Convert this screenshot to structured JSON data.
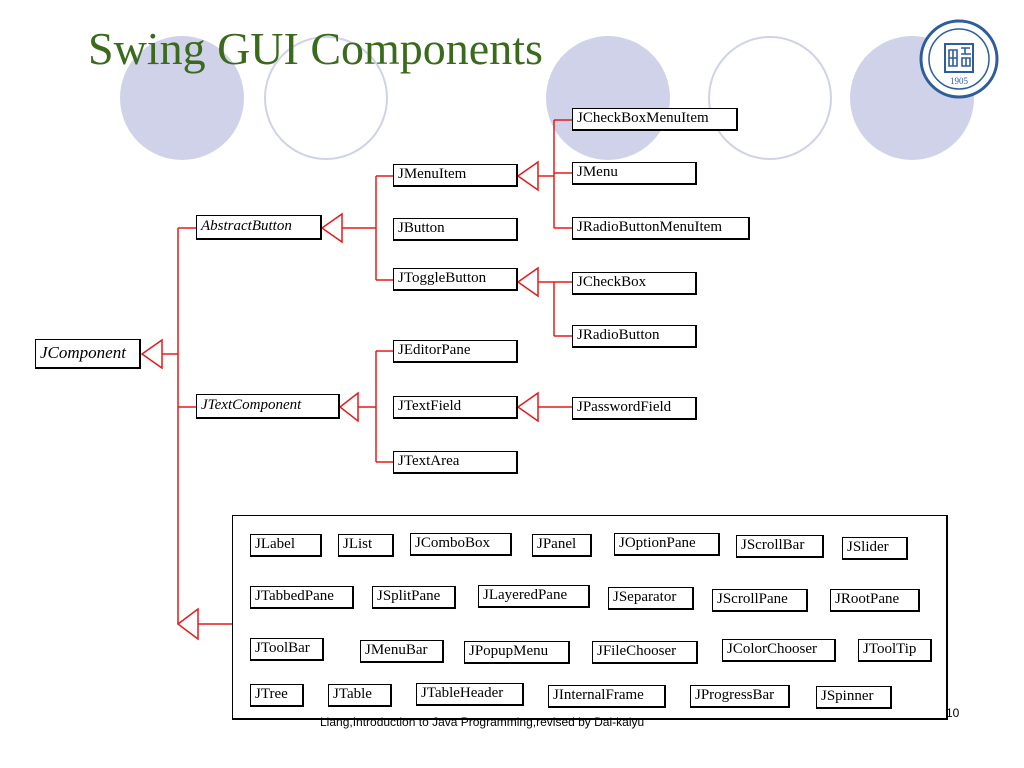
{
  "title": "Swing GUI Components",
  "colors": {
    "title": "#3a6b1c",
    "connector": "#e21d1d",
    "circle": "#d0d2ea",
    "seal": "#2d5d9a"
  },
  "seal": {
    "icon": "university-seal-icon",
    "year": "1905"
  },
  "nodes": {
    "jcomponent": "JComponent",
    "abstractbutton": "AbstractButton",
    "jtextcomponent": "JTextComponent",
    "jmenuitem": "JMenuItem",
    "jbutton": "JButton",
    "jtogglebutton": "JToggleButton",
    "jcheckboxmenuitem": "JCheckBoxMenuItem",
    "jmenu": "JMenu",
    "jradiobuttonmenuitem": "JRadioButtonMenuItem",
    "jcheckbox": "JCheckBox",
    "jradiobutton": "JRadioButton",
    "jeditorpane": "JEditorPane",
    "jtextfield": "JTextField",
    "jtextarea": "JTextArea",
    "jpasswordfield": "JPasswordField"
  },
  "grid": [
    "JLabel",
    "JList",
    "JComboBox",
    "JPanel",
    "JOptionPane",
    "JScrollBar",
    "JSlider",
    "JTabbedPane",
    "JSplitPane",
    "JLayeredPane",
    "JSeparator",
    "JScrollPane",
    "JRootPane",
    "JToolBar",
    "JMenuBar",
    "JPopupMenu",
    "JFileChooser",
    "JColorChooser",
    "JToolTip",
    "JTree",
    "JTable",
    "JTableHeader",
    "JInternalFrame",
    "JProgressBar",
    "JSpinner"
  ],
  "footer": "Liang,Introduction to Java Programming,revised by Dai-kaiyu",
  "page_number": "10"
}
